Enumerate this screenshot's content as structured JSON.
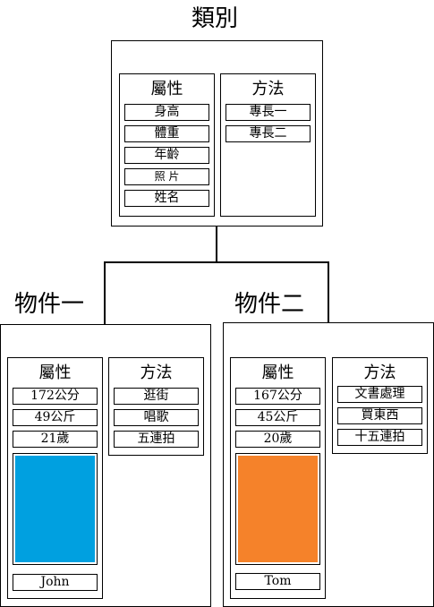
{
  "class_box": {
    "title": "類別",
    "attributes": {
      "heading": "屬性",
      "items": [
        "身高",
        "體重",
        "年齡",
        "照 片",
        "姓名"
      ]
    },
    "methods": {
      "heading": "方法",
      "items": [
        "專長一",
        "專長二"
      ]
    }
  },
  "object_one": {
    "title": "物件一",
    "attributes": {
      "heading": "屬性",
      "items": [
        "172公分",
        "49公斤",
        "21歲"
      ],
      "photo_color": "#00a0e0",
      "name": "John"
    },
    "methods": {
      "heading": "方法",
      "items": [
        "逛街",
        "唱歌",
        "五連拍"
      ]
    }
  },
  "object_two": {
    "title": "物件二",
    "attributes": {
      "heading": "屬性",
      "items": [
        "167公分",
        "45公斤",
        "20歲"
      ],
      "photo_color": "#f5822a",
      "name": "Tom"
    },
    "methods": {
      "heading": "方法",
      "items": [
        "文書處理",
        "買東西",
        "十五連拍"
      ]
    }
  }
}
